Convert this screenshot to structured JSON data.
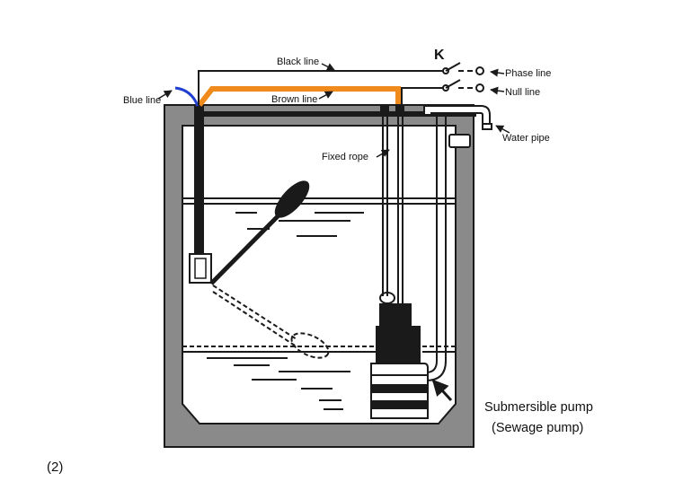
{
  "labels": {
    "black_line": "Black line",
    "blue_line": "Blue line",
    "brown_line": "Brown line",
    "switch_k": "K",
    "phase_line": "Phase line",
    "null_line": "Null line",
    "water_pipe": "Water pipe",
    "fixed_rope": "Fixed rope",
    "pump_title": "Submersible pump",
    "pump_subtitle": "(Sewage pump)",
    "figure_number": "(2)"
  },
  "colors": {
    "tank_wall": "#8a8a8a",
    "line": "#1a1a1a",
    "blue_wire": "#1f3fd0",
    "brown_wire": "#f08a1c",
    "background": "#ffffff"
  }
}
